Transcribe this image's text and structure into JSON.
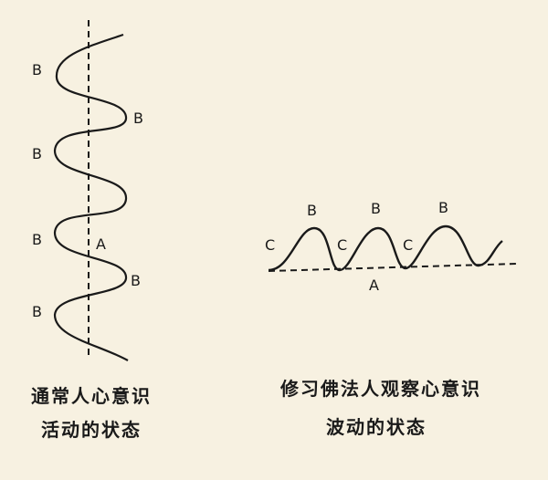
{
  "left_diagram": {
    "wave_labels": [
      "B",
      "B",
      "B",
      "B",
      "B",
      "B"
    ],
    "axis_label": "A",
    "caption_line1": "通常人心意识",
    "caption_line2": "活动的状态"
  },
  "right_diagram": {
    "crest_labels": [
      "B",
      "B",
      "B"
    ],
    "trough_labels": [
      "C",
      "C",
      "C"
    ],
    "axis_label": "A",
    "caption_line1": "修习佛法人观察心意识",
    "caption_line2": "波动的状态"
  }
}
